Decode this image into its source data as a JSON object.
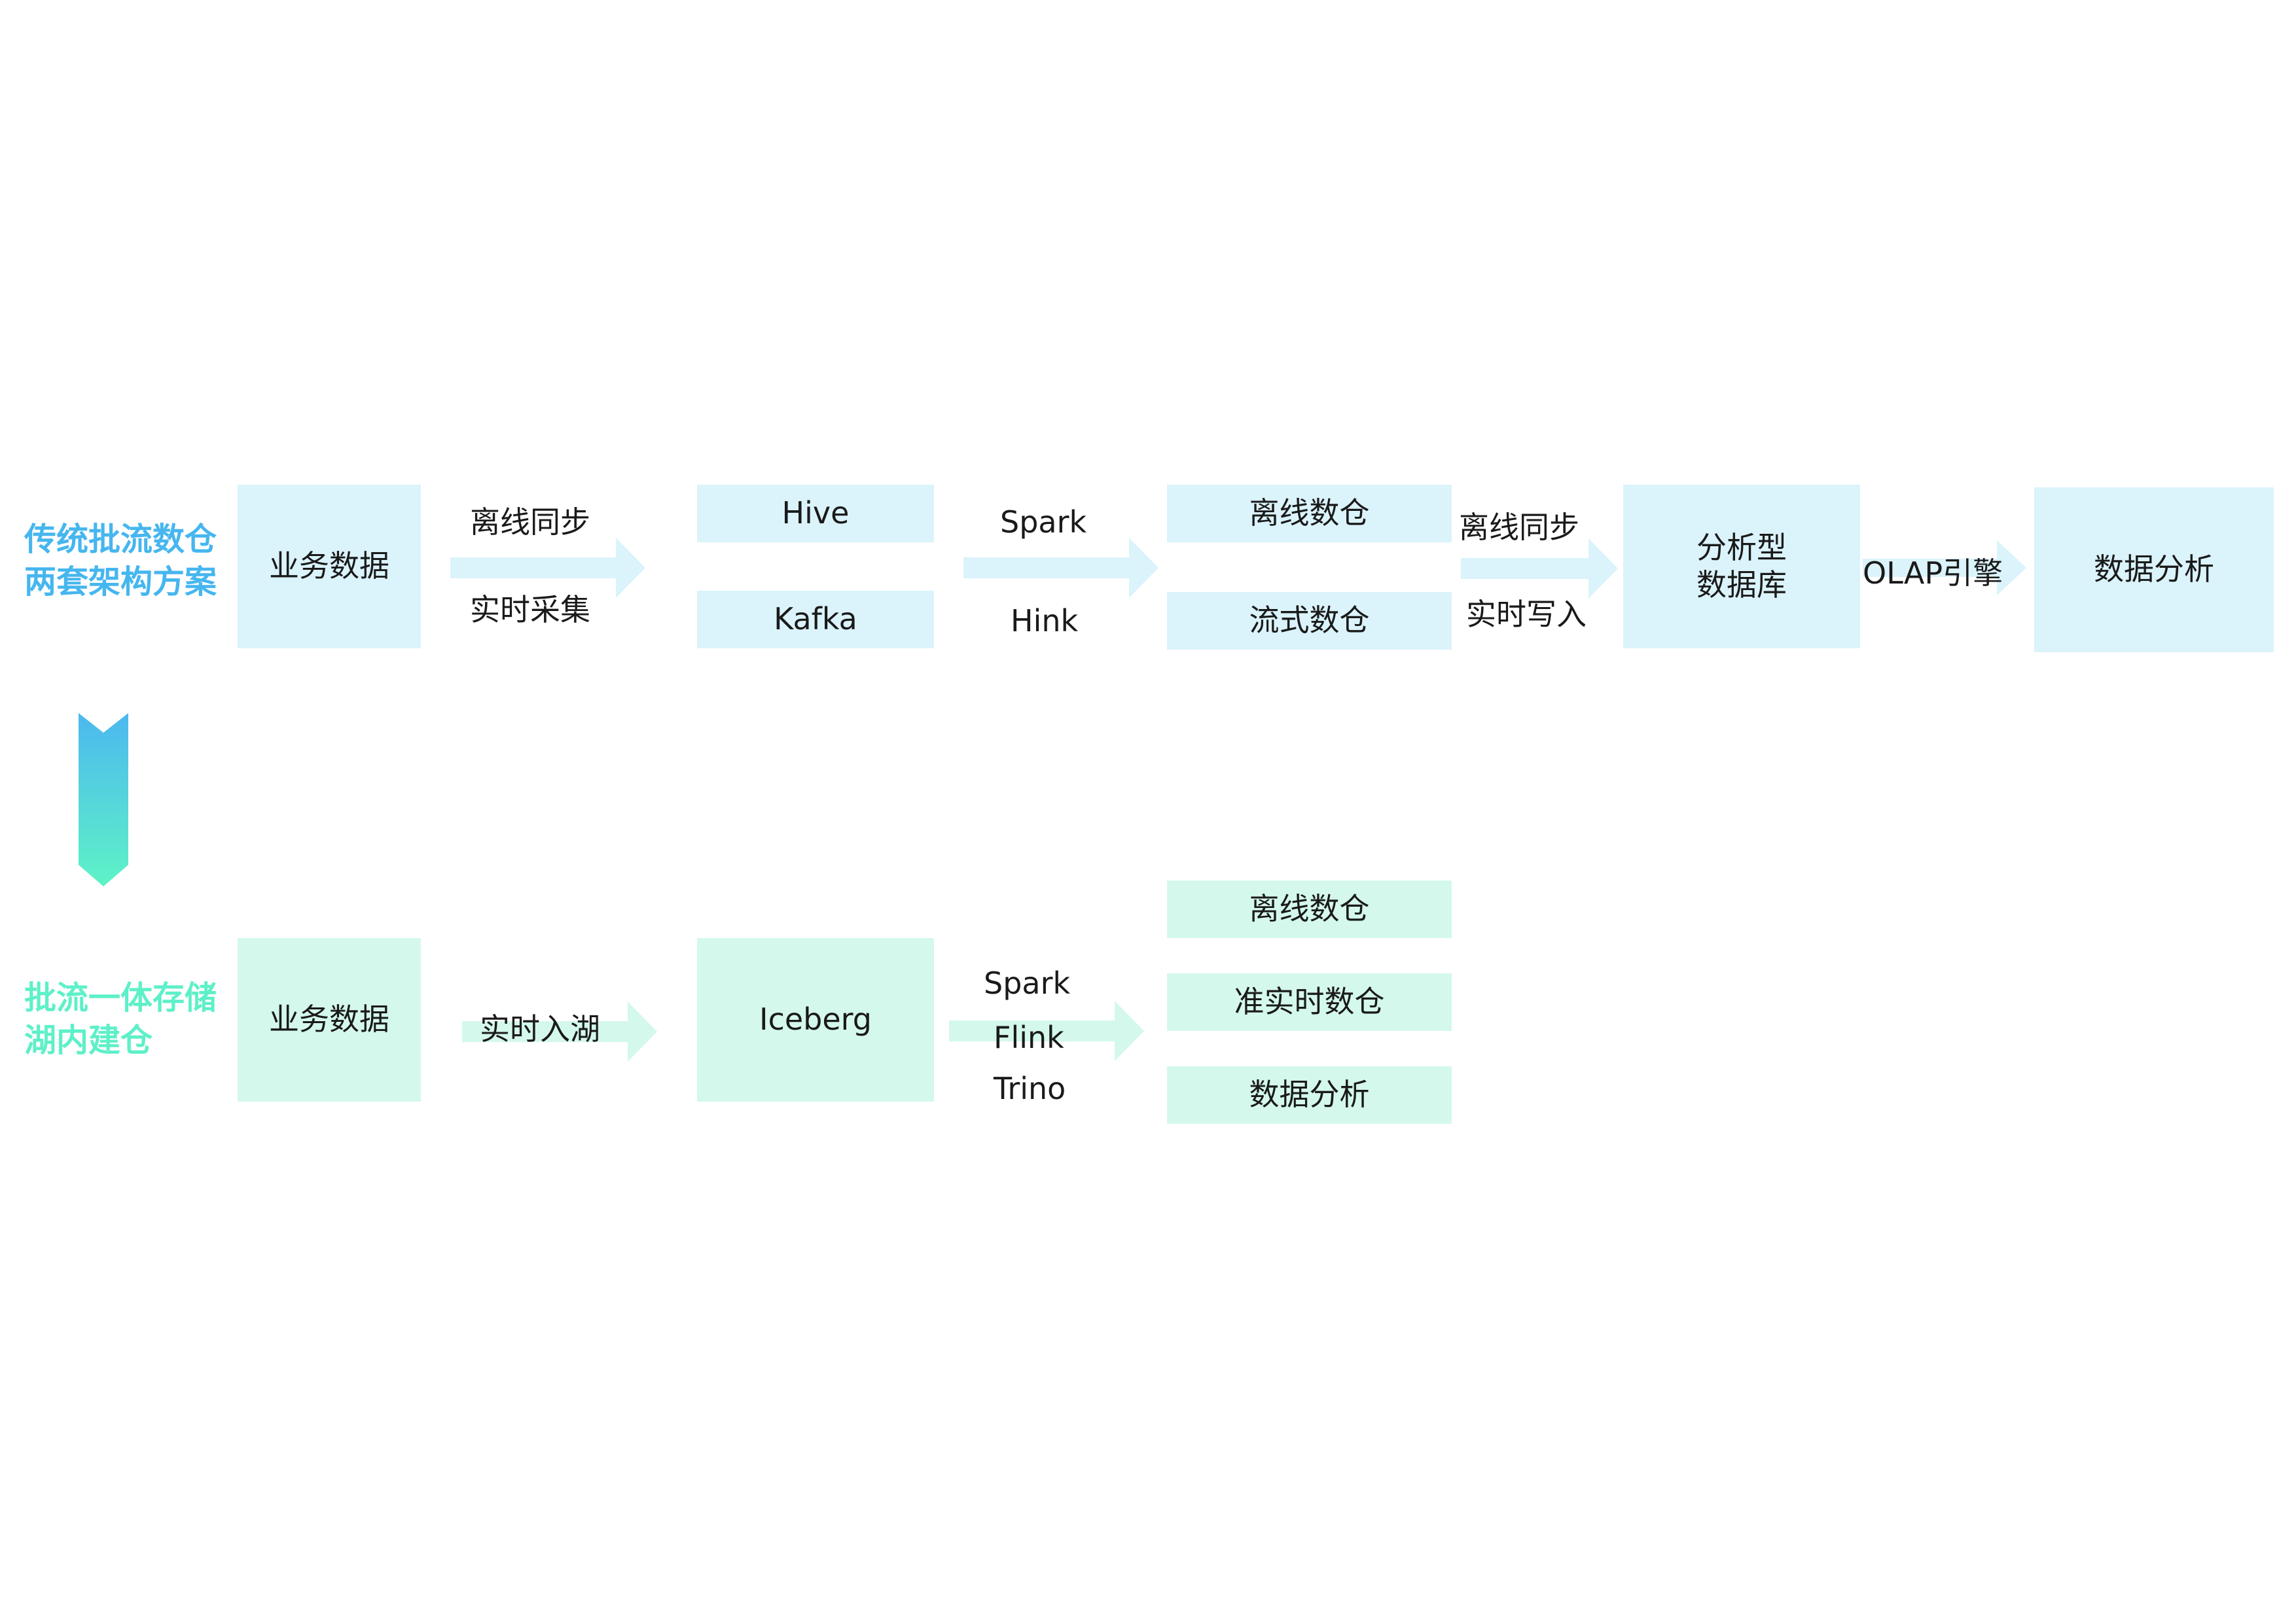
{
  "colors": {
    "box_blue": "#dbf3fb",
    "box_green": "#d4f8ec",
    "arrow_blue": "#dbf3fb",
    "arrow_green": "#d4f8ec",
    "title_blue": "#46b6ef",
    "title_green": "#5ef0c8",
    "gradient_top": "#4cb8ef",
    "gradient_bottom": "#5ef3c6"
  },
  "traditional": {
    "title_line1": "传统批流数仓",
    "title_line2": "两套架构方案",
    "source": "业务数据",
    "sync_offline": "离线同步",
    "sync_realtime": "实时采集",
    "storage_offline": "Hive",
    "storage_stream": "Kafka",
    "engine_batch": "Spark",
    "engine_stream": "Hink",
    "warehouse_offline": "离线数仓",
    "warehouse_stream": "流式数仓",
    "write_offline": "离线同步",
    "write_realtime": "实时写入",
    "analytic_db": "分析型\n数据库",
    "olap_engine": "OLAP引擎",
    "analysis": "数据分析"
  },
  "transition": {
    "icon": "chevron-down-icon"
  },
  "unified": {
    "title_line1": "批流一体存储",
    "title_line2": "湖内建仓",
    "source": "业务数据",
    "ingest": "实时入湖",
    "storage": "Iceberg",
    "engine_1": "Spark",
    "engine_2": "Flink",
    "engine_3": "Trino",
    "out_offline": "离线数仓",
    "out_near_realtime": "准实时数仓",
    "out_analysis": "数据分析"
  }
}
